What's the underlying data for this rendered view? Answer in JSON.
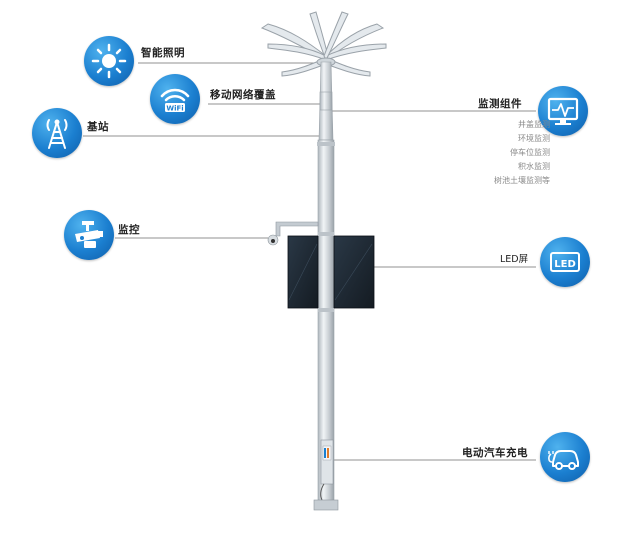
{
  "features": {
    "smart_lighting": {
      "label": "智能照明",
      "icon": "sun-icon"
    },
    "mobile_network": {
      "label": "移动网络覆盖",
      "icon": "wifi-icon"
    },
    "base_station": {
      "label": "基站",
      "icon": "antenna-tower-icon"
    },
    "surveillance": {
      "label": "监控",
      "icon": "cctv-camera-icon"
    },
    "monitoring": {
      "label": "监测组件",
      "icon": "monitor-icon",
      "items": [
        "井盖监测",
        "环境监测",
        "停车位监测",
        "积水监测",
        "树池土壤监测等"
      ]
    },
    "led_screen": {
      "label": "LED屏",
      "icon": "led-icon",
      "icon_text": "LED"
    },
    "ev_charging": {
      "label": "电动汽车充电",
      "icon": "electric-car-icon"
    }
  },
  "colors": {
    "badge": "#1b7fd0",
    "pole": "#c9d0d6",
    "panel": "#1f2a36"
  }
}
